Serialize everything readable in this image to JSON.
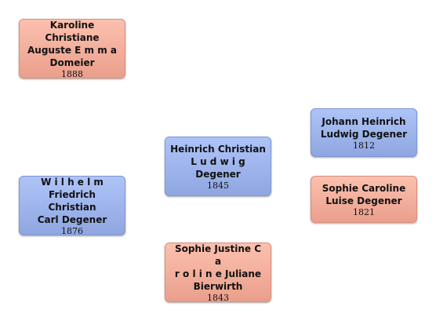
{
  "persons": {
    "karoline": {
      "name_lines": [
        "Karoline Christiane",
        "Auguste E m m a",
        "Domeier"
      ],
      "year": "1888",
      "sex": "female"
    },
    "wilhelm": {
      "name_lines": [
        "W i l h e l m",
        "Friedrich Christian",
        "Carl Degener"
      ],
      "year": "1876",
      "sex": "male"
    },
    "heinrich": {
      "name_lines": [
        "Heinrich Christian",
        "L u d w i g",
        "Degener"
      ],
      "year": "1845",
      "sex": "male"
    },
    "sophie_justine": {
      "name_lines": [
        "Sophie Justine C a",
        "r o l i n e Juliane",
        "Bierwirth"
      ],
      "year": "1843",
      "sex": "female"
    },
    "johann": {
      "name_lines": [
        "Johann Heinrich",
        "Ludwig Degener"
      ],
      "year": "1812",
      "sex": "male"
    },
    "sophie_caroline": {
      "name_lines": [
        "Sophie Caroline",
        "Luise Degener"
      ],
      "year": "1821",
      "sex": "female"
    }
  },
  "colors": {
    "female_top": "#fcc0ae",
    "female_bottom": "#ea9f8c",
    "male_top": "#aec4f8",
    "male_bottom": "#8fa6e0"
  }
}
